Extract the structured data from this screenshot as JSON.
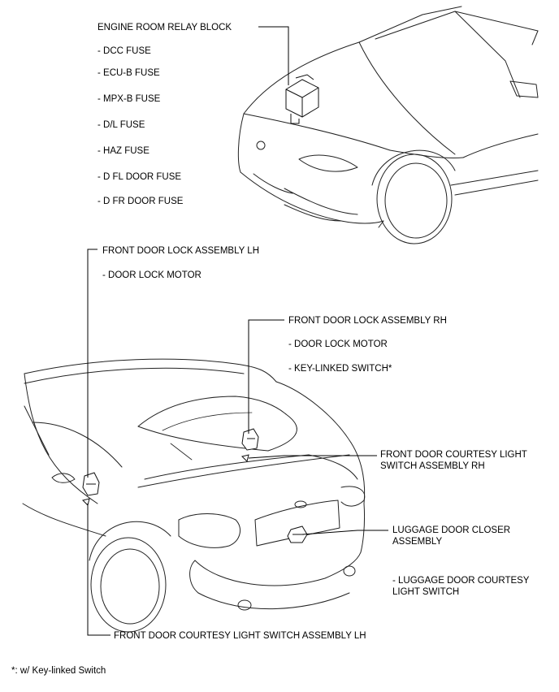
{
  "engine_room": {
    "title": "ENGINE ROOM RELAY BLOCK",
    "items": [
      "- DCC FUSE",
      "- ECU-B FUSE",
      "- MPX-B FUSE",
      "- D/L FUSE",
      "- HAZ FUSE",
      "- D FL DOOR FUSE",
      "- D FR DOOR FUSE"
    ]
  },
  "front_door_lh": {
    "title": "FRONT DOOR LOCK ASSEMBLY LH",
    "items": [
      "- DOOR LOCK MOTOR"
    ]
  },
  "front_door_rh": {
    "title": "FRONT DOOR LOCK ASSEMBLY RH",
    "items": [
      "- DOOR LOCK MOTOR",
      "- KEY-LINKED SWITCH*"
    ]
  },
  "courtesy_rh": {
    "lines": [
      "FRONT DOOR COURTESY LIGHT",
      "SWITCH ASSEMBLY RH"
    ]
  },
  "luggage_closer": {
    "lines": [
      "LUGGAGE DOOR CLOSER",
      "ASSEMBLY"
    ]
  },
  "luggage_courtesy": {
    "lines": [
      "- LUGGAGE DOOR COURTESY",
      "LIGHT SWITCH"
    ]
  },
  "courtesy_lh": {
    "title": "FRONT DOOR COURTESY LIGHT SWITCH ASSEMBLY LH"
  },
  "footnote": "*: w/ Key-linked Switch"
}
